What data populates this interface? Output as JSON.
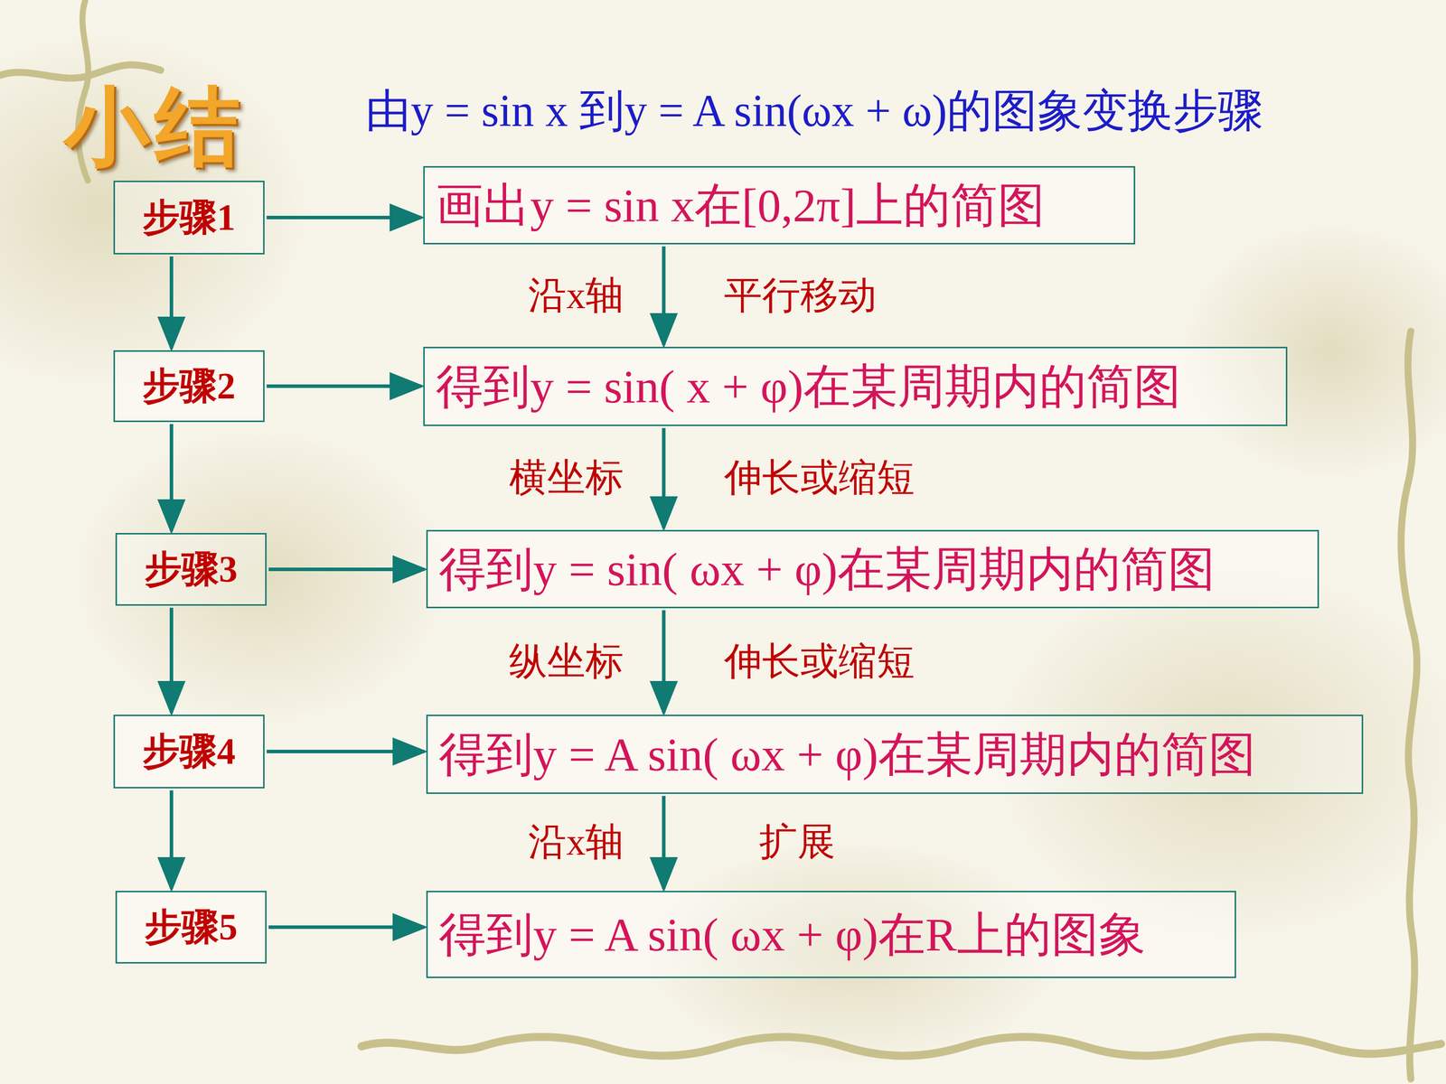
{
  "diagram": {
    "title": "由y = sin x 到y = A sin(ωx + ω)的图象变换步骤",
    "nodes": [
      {
        "text": [
          "步骤1"
        ]
      },
      {
        "text": [
          "画出y = sin x在[0,2π]上的简图"
        ]
      },
      {
        "text": [
          "步骤2"
        ]
      },
      {
        "text": [
          "得到y = sin( x + φ)在某周期内的简图"
        ]
      },
      {
        "text": [
          "步骤3"
        ]
      },
      {
        "text": [
          "得到y = sin( ωx + φ)在某周期内的简图"
        ]
      },
      {
        "text": [
          "步骤4"
        ]
      },
      {
        "text": [
          "得到y = A sin( ωx + φ)在某周期内的简图"
        ]
      },
      {
        "text": [
          "步骤5"
        ]
      },
      {
        "text": [
          "得到y = A sin( ωx + φ)在R上的图象"
        ]
      }
    ],
    "edges": [
      {
        "from": 0,
        "to": 1,
        "arrow": "to"
      },
      {
        "from": 2,
        "to": 3,
        "arrow": "to"
      },
      {
        "from": 4,
        "to": 5,
        "arrow": "to"
      },
      {
        "from": 6,
        "to": 7,
        "arrow": "to"
      },
      {
        "from": 8,
        "to": 9,
        "arrow": "to"
      },
      {
        "from": 0,
        "to": 2,
        "arrow": "to"
      },
      {
        "from": 2,
        "to": 4,
        "arrow": "to"
      },
      {
        "from": 4,
        "to": 6,
        "arrow": "to"
      },
      {
        "from": 6,
        "to": 8,
        "arrow": "to"
      },
      {
        "from": 1,
        "to": 3,
        "label": "沿x轴",
        "arrow": "to"
      },
      {
        "from": 3,
        "to": 5,
        "label": "横坐标",
        "arrow": "to"
      },
      {
        "from": 5,
        "to": 7,
        "label": "纵坐标",
        "arrow": "to"
      },
      {
        "from": 7,
        "to": 9,
        "label": "沿x轴",
        "arrow": "to"
      }
    ],
    "labels": [
      "小结",
      "平行移动",
      "伸长或缩短",
      "伸长或缩短",
      "扩展"
    ]
  }
}
